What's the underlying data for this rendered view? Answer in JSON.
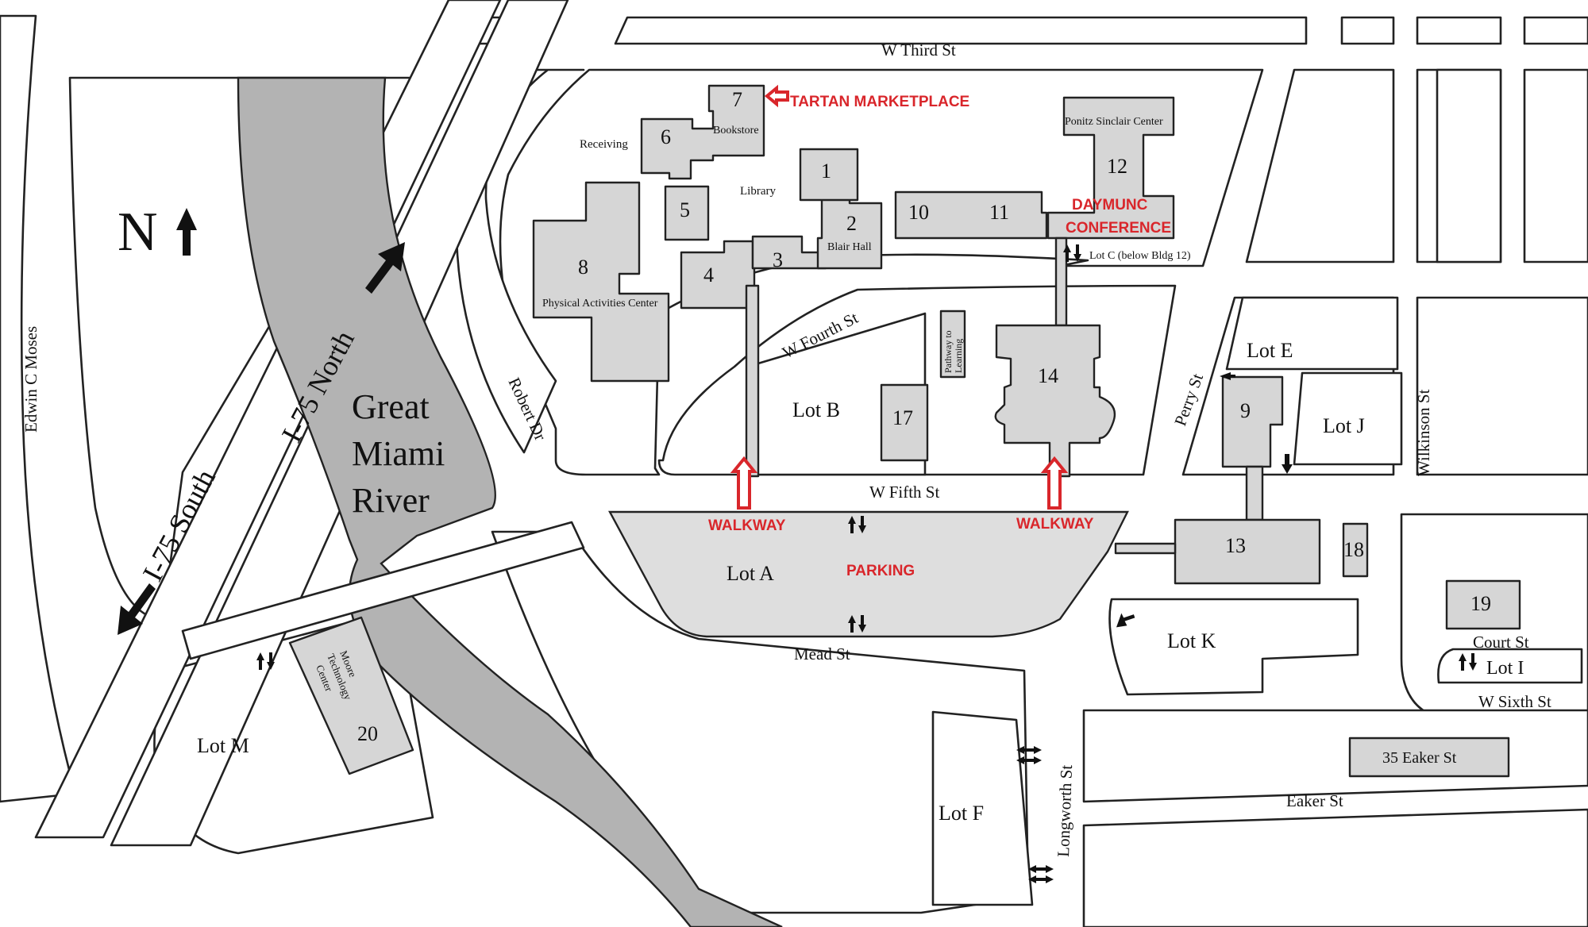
{
  "map": {
    "north_label": "N",
    "colors": {
      "annotation": "#d9262b",
      "building": "#d6d6d6",
      "lot": "#dedede",
      "river": "#b3b3b3",
      "road": "#ffffff",
      "line": "#222222"
    },
    "streets": {
      "w_third": "W Third St",
      "w_fourth": "W Fourth St",
      "w_fifth": "W Fifth St",
      "w_sixth": "W Sixth St",
      "mead": "Mead St",
      "court": "Court St",
      "eaker": "Eaker St",
      "robert": "Robert Dr",
      "perry": "Perry St",
      "wilkinson": "Wilkinson St",
      "longworth": "Longworth St",
      "edwin": "Edwin C Moses",
      "i75_north": "I-75 North",
      "i75_south": "I-75 South"
    },
    "river": {
      "line1": "Great",
      "line2": "Miami",
      "line3": "River"
    },
    "buildings": {
      "b1": "1",
      "b2": "2",
      "b3": "3",
      "b4": "4",
      "b5": "5",
      "b6": "6",
      "b7": "7",
      "b8": "8",
      "b9": "9",
      "b10": "10",
      "b11": "11",
      "b12": "12",
      "b13": "13",
      "b14": "14",
      "b17": "17",
      "b18": "18",
      "b19": "19",
      "b20": "20",
      "receiving": "Receiving",
      "bookstore": "Bookstore",
      "library": "Library",
      "blair": "Blair Hall",
      "pac": "Physical Activities Center",
      "ponitz": "Ponitz Sinclair Center",
      "pathway1": "Pathway to",
      "pathway2": "Learning",
      "moore1": "Moore",
      "moore2": "Technology",
      "moore3": "Center",
      "eaker35": "35 Eaker St"
    },
    "lots": {
      "a": "Lot A",
      "b": "Lot B",
      "c": "Lot C (below Bldg 12)",
      "e": "Lot E",
      "f": "Lot F",
      "i": "Lot I",
      "j": "Lot J",
      "k": "Lot K",
      "m": "Lot M"
    },
    "annotations": {
      "tartan": "TARTAN MARKETPLACE",
      "daymunc1": "DAYMUNC",
      "daymunc2": "CONFERENCE",
      "walkway_left": "WALKWAY",
      "walkway_right": "WALKWAY",
      "parking": "PARKING"
    }
  }
}
